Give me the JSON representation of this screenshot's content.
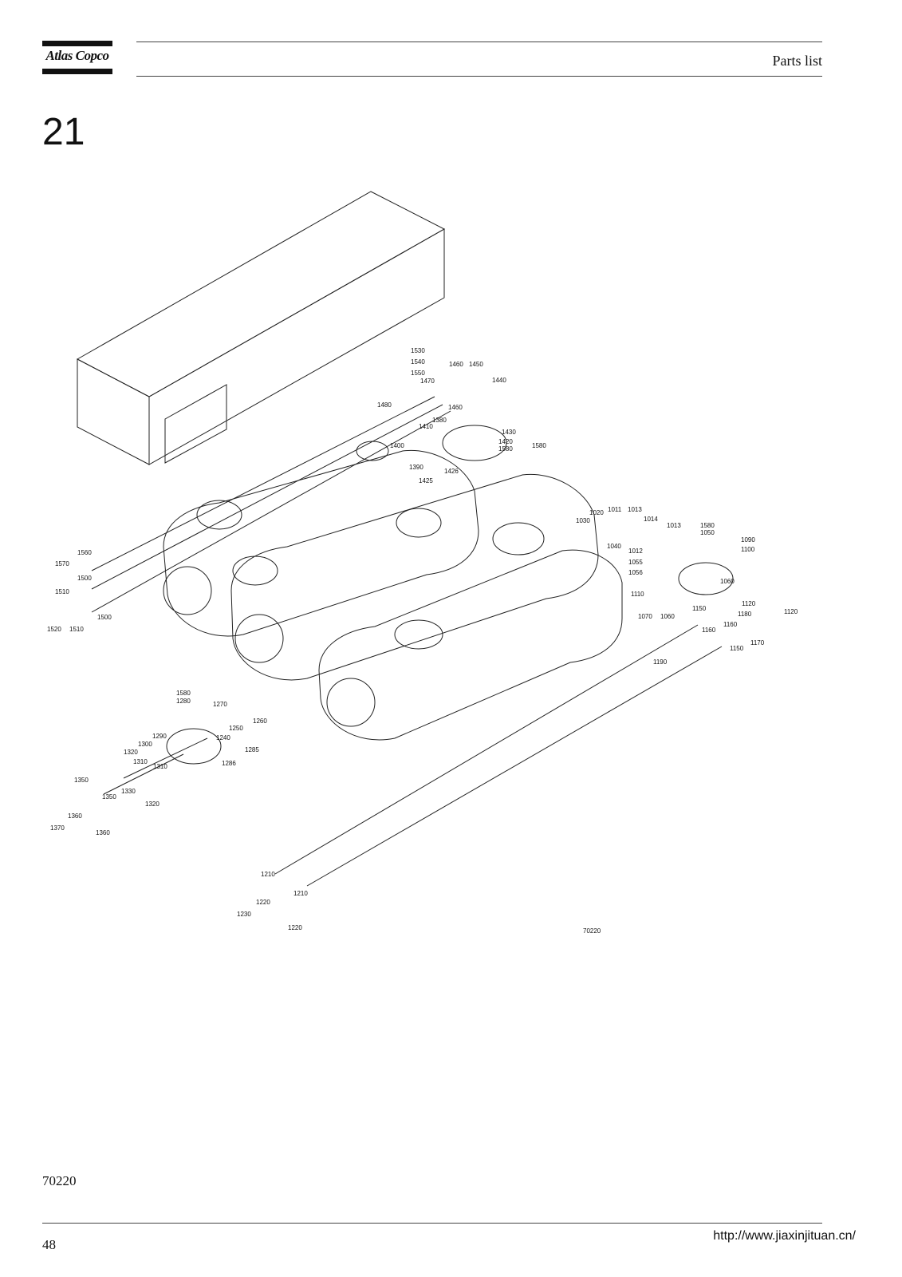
{
  "header": {
    "brand": "Atlas Copco",
    "title": "Parts list"
  },
  "section": {
    "number": "21"
  },
  "drawing": {
    "reference": "70220",
    "callouts": [
      "1530",
      "1540",
      "1550",
      "1460",
      "1450",
      "1470",
      "1440",
      "1480",
      "1460",
      "1380",
      "1410",
      "1430",
      "1400",
      "1420",
      "1580",
      "1390",
      "1426",
      "1425",
      "1580",
      "1030",
      "1020",
      "1011",
      "1013",
      "1014",
      "1013",
      "1580",
      "1050",
      "1090",
      "1100",
      "1040",
      "1012",
      "1055",
      "1056",
      "1060",
      "1110",
      "1120",
      "1070",
      "1060",
      "1150",
      "1160",
      "1180",
      "1120",
      "1160",
      "1170",
      "1150",
      "1190",
      "1560",
      "1570",
      "1500",
      "1510",
      "1500",
      "1520",
      "1510",
      "1580",
      "1280",
      "1270",
      "1260",
      "1250",
      "1240",
      "1290",
      "1285",
      "1300",
      "1286",
      "1320",
      "1310",
      "1310",
      "1350",
      "1330",
      "1350",
      "1320",
      "1360",
      "1370",
      "1360",
      "1210",
      "1220",
      "1230",
      "1210",
      "1220"
    ]
  },
  "footer": {
    "figure_ref": "70220",
    "page": "48",
    "url": "http://www.jiaxinjituan.cn/"
  }
}
